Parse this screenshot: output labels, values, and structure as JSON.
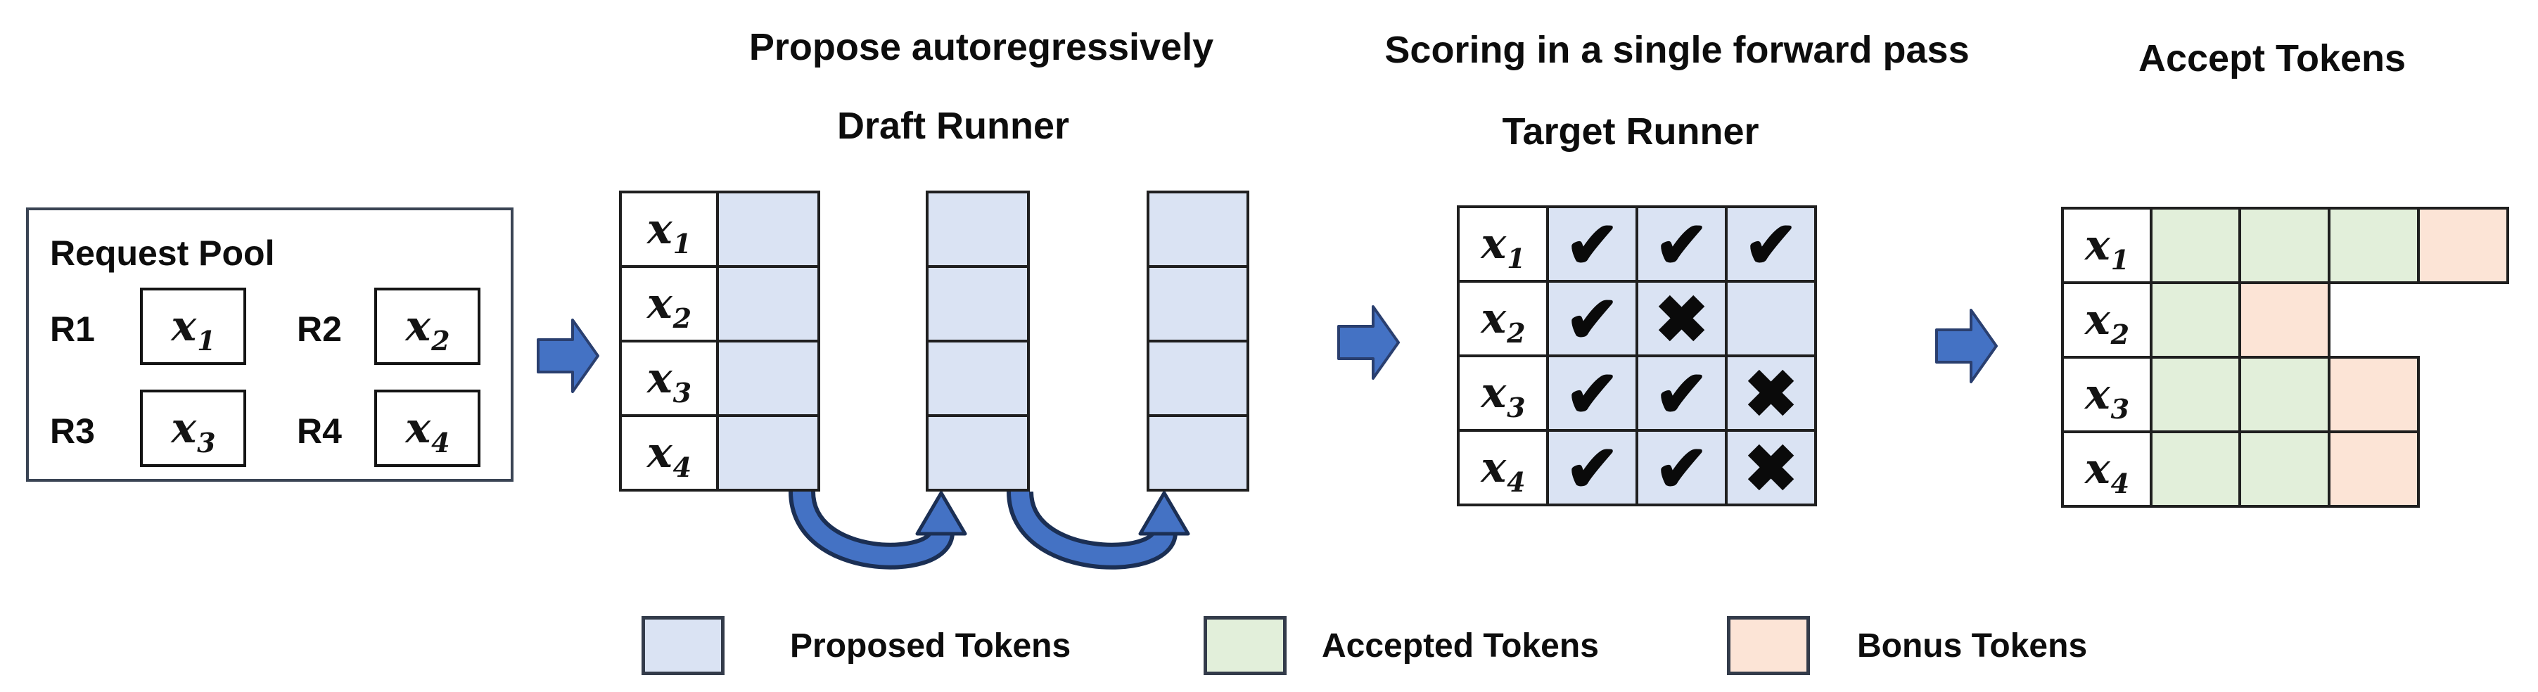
{
  "headers": {
    "propose": "Propose autoregressively",
    "draft_runner": "Draft Runner",
    "scoring": "Scoring in a single forward pass",
    "target_runner": "Target Runner",
    "accept_tokens": "Accept Tokens"
  },
  "request_pool": {
    "title": "Request Pool",
    "requests": [
      {
        "id": "R1",
        "token_base": "x",
        "token_sub": "1"
      },
      {
        "id": "R2",
        "token_base": "x",
        "token_sub": "2"
      },
      {
        "id": "R3",
        "token_base": "x",
        "token_sub": "3"
      },
      {
        "id": "R4",
        "token_base": "x",
        "token_sub": "4"
      }
    ]
  },
  "draft_runner": {
    "row_labels": [
      {
        "base": "x",
        "sub": "1"
      },
      {
        "base": "x",
        "sub": "2"
      },
      {
        "base": "x",
        "sub": "3"
      },
      {
        "base": "x",
        "sub": "4"
      }
    ],
    "proposal_columns": 3,
    "cells_per_column": 4
  },
  "target_runner": {
    "rows": [
      {
        "base": "x",
        "sub": "1",
        "marks": [
          "✔",
          "✔",
          "✔"
        ]
      },
      {
        "base": "x",
        "sub": "2",
        "marks": [
          "✔",
          "✖",
          ""
        ]
      },
      {
        "base": "x",
        "sub": "3",
        "marks": [
          "✔",
          "✔",
          "✖"
        ]
      },
      {
        "base": "x",
        "sub": "4",
        "marks": [
          "✔",
          "✔",
          "✖"
        ]
      }
    ]
  },
  "accept_tokens": {
    "rows": [
      {
        "base": "x",
        "sub": "1",
        "cells": [
          "accepted",
          "accepted",
          "accepted",
          "bonus"
        ]
      },
      {
        "base": "x",
        "sub": "2",
        "cells": [
          "accepted",
          "bonus"
        ]
      },
      {
        "base": "x",
        "sub": "3",
        "cells": [
          "accepted",
          "accepted",
          "bonus"
        ]
      },
      {
        "base": "x",
        "sub": "4",
        "cells": [
          "accepted",
          "accepted",
          "bonus"
        ]
      }
    ]
  },
  "legend": {
    "items": [
      {
        "label": "Proposed Tokens",
        "color": "#dae3f3"
      },
      {
        "label": "Accepted Tokens",
        "color": "#e2efda"
      },
      {
        "label": "Bonus Tokens",
        "color": "#fce4d6"
      }
    ]
  },
  "colors": {
    "proposed_fill": "#dae3f3",
    "accepted_fill": "#e2efda",
    "bonus_fill": "#fce4d6",
    "arrow_blue": "#4472c4",
    "arrow_outline": "#2a3f6f",
    "grid_border": "#1f1f1f"
  }
}
